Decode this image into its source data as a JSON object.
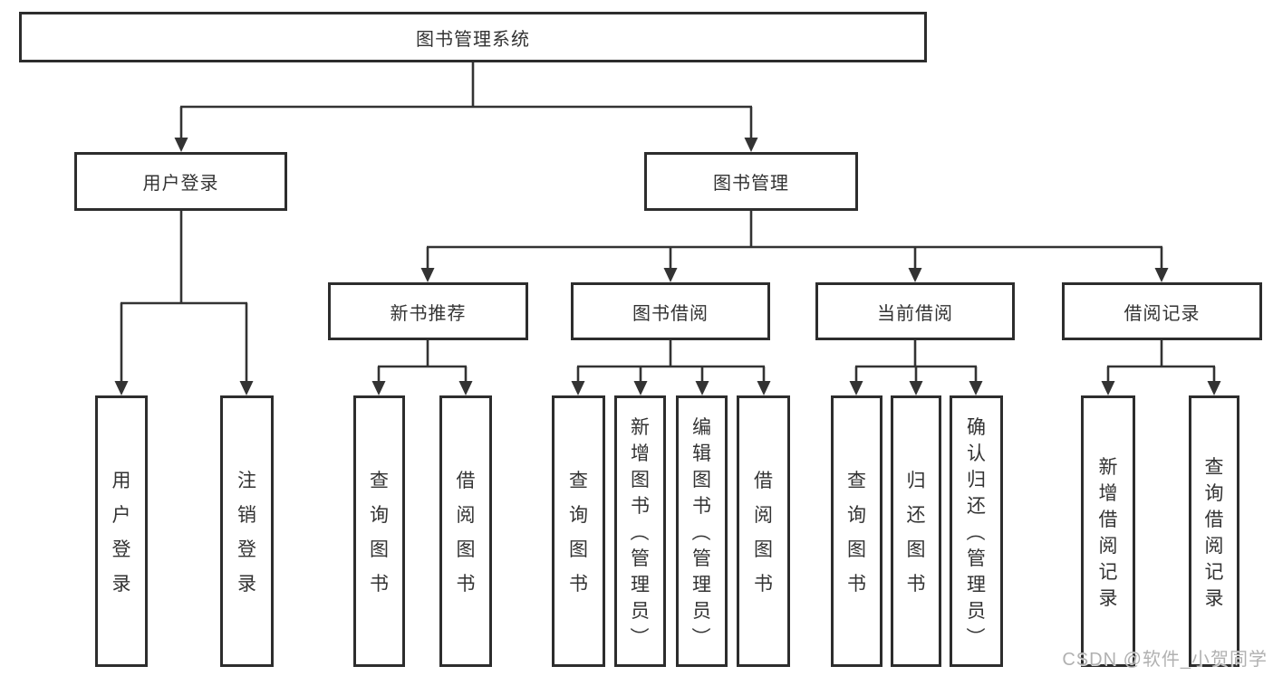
{
  "colors": {
    "line": "#333333",
    "border": "#2d2d2d",
    "text": "#333333",
    "watermark": "#b1b1b1",
    "background": "#ffffff"
  },
  "watermark": {
    "text": "CSDN @软件_小贺同学"
  },
  "tree": {
    "label": "图书管理系统",
    "children": [
      {
        "label": "用户登录",
        "children": [
          {
            "label": "用户登录"
          },
          {
            "label": "注销登录"
          }
        ]
      },
      {
        "label": "图书管理",
        "children": [
          {
            "label": "新书推荐",
            "children": [
              {
                "label": "查询图书"
              },
              {
                "label": "借阅图书"
              }
            ]
          },
          {
            "label": "图书借阅",
            "children": [
              {
                "label": "查询图书"
              },
              {
                "label": "新增图书（管理员）"
              },
              {
                "label": "编辑图书（管理员）"
              },
              {
                "label": "借阅图书"
              }
            ]
          },
          {
            "label": "当前借阅",
            "children": [
              {
                "label": "查询图书"
              },
              {
                "label": "归还图书"
              },
              {
                "label": "确认归还（管理员）"
              }
            ]
          },
          {
            "label": "借阅记录",
            "children": [
              {
                "label": "新增借阅记录"
              },
              {
                "label": "查询借阅记录"
              }
            ]
          }
        ]
      }
    ]
  }
}
